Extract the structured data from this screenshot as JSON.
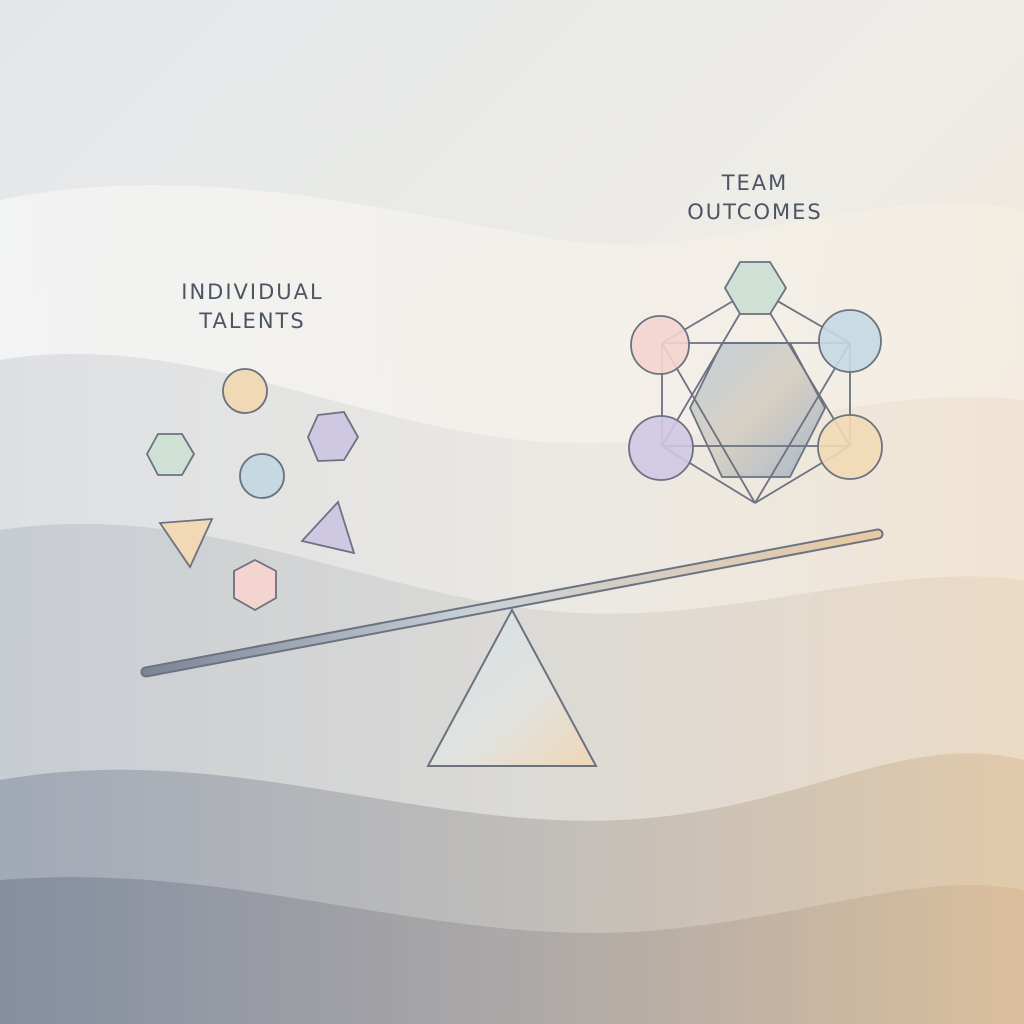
{
  "individual_label": {
    "line1": "INDIVIDUAL",
    "line2": "TALENTS"
  },
  "team_label": {
    "line1": "TEAM",
    "line2": "OUTCOMES"
  },
  "colors": {
    "sage": "#cfe0d4",
    "peach": "#f2d9b5",
    "lavender": "#cfc8e3",
    "sky": "#c6d8e2",
    "rose": "#f4d4cf",
    "stroke": "#6b7280",
    "beam_left": "#7c8596",
    "beam_right": "#e8c9a4"
  },
  "scattered_shapes": [
    "circle",
    "hexagon",
    "hexagon",
    "circle",
    "triangle",
    "triangle",
    "hexagon"
  ],
  "network_nodes": [
    "sage-hexagon",
    "rose-circle",
    "sky-circle",
    "lavender-circle",
    "peach-circle"
  ]
}
